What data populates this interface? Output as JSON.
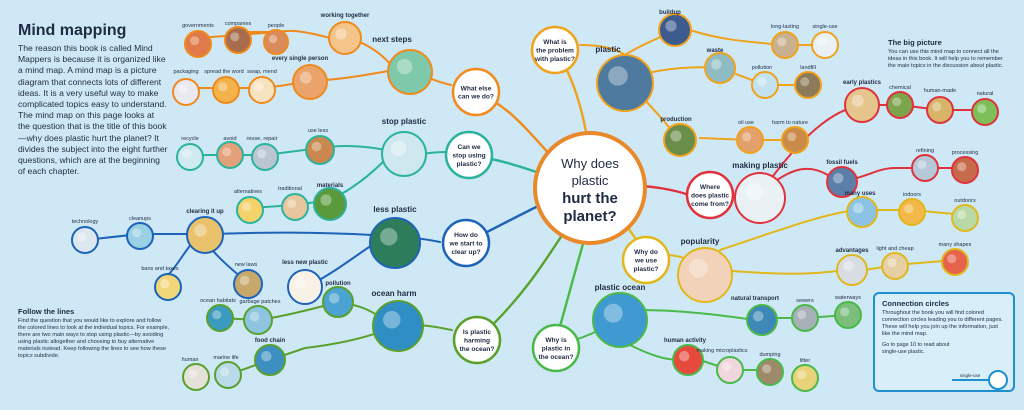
{
  "center": {
    "line1": "Why does",
    "line2": "plastic",
    "line3": "hurt the",
    "line4": "planet?"
  },
  "intro": {
    "title": "Mind mapping",
    "body": "The reason this book is called Mind Mappers is because it is organized like a mind map. A mind map is a picture diagram that connects lots of different ideas. It is a very useful way to make complicated topics easy to understand. The mind map on this page looks at the question that is the title of this book—why does plastic hurt the planet? It divides the subject into the eight further questions, which are at the beginning of each chapter."
  },
  "follow": {
    "title": "Follow the lines",
    "body": "Find the question that you would like to explore and follow the colored lines to look at the individual topics. For example, there are two main ways to stop using plastic—by avoiding using plastic altogether and choosing to buy alternative materials instead. Keep following the lines to see how these topics subdivide."
  },
  "bigpicture": {
    "title": "The big picture",
    "body": "You can use this mind map to connect all the ideas in this book. It will help you to remember the main topics in the discussion about plastic."
  },
  "connection": {
    "title": "Connection circles",
    "body": "Throughout the book you will find colored connection circles leading you to different pages. These will help you join up the information, just like the mind map.",
    "goto": "Go to page 10 to read about single-use plastic.",
    "badge": "single-use"
  },
  "questions": [
    {
      "key": "what_else",
      "lines": [
        "What else",
        "can we do?"
      ],
      "color": "#f08a1c"
    },
    {
      "key": "stop_using",
      "lines": [
        "Can we",
        "stop using",
        "plastic?"
      ],
      "color": "#2bb39b"
    },
    {
      "key": "clear_up",
      "lines": [
        "How do",
        "we start to",
        "clear up?"
      ],
      "color": "#1d63b8"
    },
    {
      "key": "ocean",
      "lines": [
        "Is plastic",
        "harming",
        "the ocean?"
      ],
      "color": "#5aa02c"
    },
    {
      "key": "problem",
      "lines": [
        "What is",
        "the problem",
        "with plastic?"
      ],
      "color": "#f0a21c"
    },
    {
      "key": "come_from",
      "lines": [
        "Where",
        "does plastic",
        "come from?"
      ],
      "color": "#e0323c"
    },
    {
      "key": "why_use",
      "lines": [
        "Why do",
        "we use",
        "plastic?"
      ],
      "color": "#e0b81c"
    },
    {
      "key": "in_ocean",
      "lines": [
        "Why is",
        "plastic in",
        "the ocean?"
      ],
      "color": "#4bb94a"
    }
  ],
  "topics": {
    "next_steps": "next steps",
    "working_together": "working together",
    "every_single_person": "every single person",
    "governments": "governments",
    "companies": "companies",
    "people": "people",
    "packaging": "packaging",
    "spread_the_word": "spread the word",
    "swap_mend": "swap, mend",
    "stop_plastic": "stop plastic",
    "use_less": "use less",
    "reuse_repair": "reuse, repair",
    "avoid": "avoid",
    "recycle": "recycle",
    "materials": "materials",
    "traditional": "traditional",
    "alternatives": "alternatives",
    "less_plastic": "less plastic",
    "clearing_it_up": "clearing it up",
    "cleanups": "cleanups",
    "technology": "technology",
    "bans_and_taxes": "bans and taxes",
    "new_laws": "new laws",
    "less_new_plastic": "less new plastic",
    "ocean_harm": "ocean harm",
    "pollution": "pollution",
    "garbage_patches": "garbage patches",
    "ocean_habitats": "ocean habitats",
    "food_chain": "food chain",
    "marine_life": "marine life",
    "human": "human",
    "buildup": "buildup",
    "long_lasting": "long-lasting",
    "single_use": "single-use",
    "plastic": "plastic",
    "waste": "waste",
    "pollution2": "pollution",
    "landfill": "landfill",
    "production": "production",
    "oil_use": "oil use",
    "harm_to_nature": "harm to nature",
    "making_plastic": "making plastic",
    "early_plastics": "early plastics",
    "chemical": "chemical",
    "human_made": "human-made",
    "natural": "natural",
    "fossil_fuels": "fossil fuels",
    "refining": "refining",
    "processing": "processing",
    "popularity": "popularity",
    "many_uses": "many uses",
    "indoors": "indoors",
    "outdoors": "outdoors",
    "advantages": "advantages",
    "light_and_cheap": "light and cheap",
    "many_shapes": "many shapes",
    "plastic_ocean": "plastic ocean",
    "natural_transport": "natural transport",
    "sewers": "sewers",
    "waterways": "waterways",
    "human_activity": "human activity",
    "making_microplastics": "making microplastics",
    "dumping": "dumping",
    "litter": "litter"
  },
  "colors": {
    "background": "#cfe8f6",
    "center_ring": "#e8892a",
    "text": "#1f2a44"
  }
}
